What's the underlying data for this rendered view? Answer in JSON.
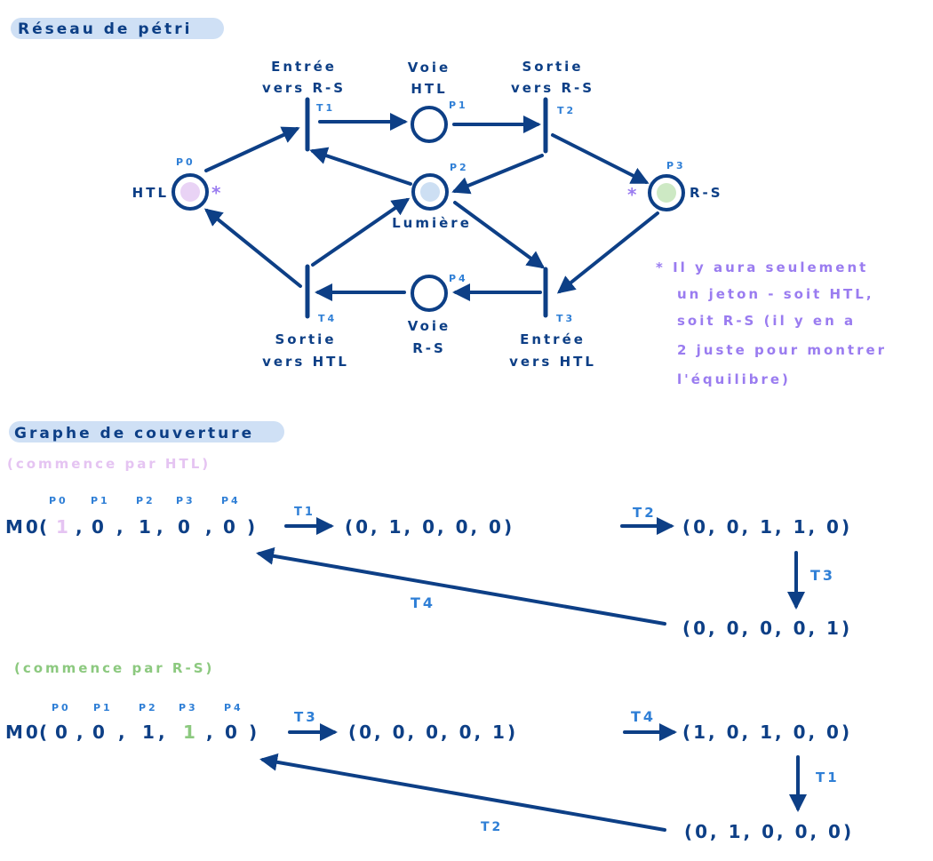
{
  "section1": {
    "title": "Réseau de pétri"
  },
  "petri": {
    "transitions": {
      "T1": {
        "name": "T1",
        "label": [
          "Entrée",
          "vers R-S"
        ]
      },
      "T2": {
        "name": "T2",
        "label": [
          "Sortie",
          "vers R-S"
        ]
      },
      "T3": {
        "name": "T3",
        "label": [
          "Entrée",
          "vers HTL"
        ]
      },
      "T4": {
        "name": "T4",
        "label": [
          "Sortie",
          "vers HTL"
        ]
      }
    },
    "places": {
      "P0": {
        "name": "P0",
        "label": "HTL",
        "token_color": "#e9d3f5"
      },
      "P1": {
        "name": "P1",
        "label": [
          "Voie",
          "HTL"
        ]
      },
      "P2": {
        "name": "P2",
        "label": "Lumière",
        "token_color": "#cddff3"
      },
      "P3": {
        "name": "P3",
        "label": "R-S",
        "token_color": "#cde9c4"
      },
      "P4": {
        "name": "P4",
        "label": [
          "Voie",
          "R-S"
        ]
      }
    },
    "star": "*",
    "note_lines": [
      "* Il y aura seulement",
      "un jeton - soit HTL,",
      "soit R-S (il y en a",
      "2 juste pour montrer",
      "l'équilibre)"
    ]
  },
  "section2": {
    "title": "Graphe de couverture"
  },
  "graph1": {
    "caption": "(commence par HTL)",
    "place_headers": [
      "P0",
      "P1",
      "P2",
      "P3",
      "P4"
    ],
    "m0_prefix": "M0",
    "m0_values": [
      "1",
      "0",
      "1",
      "0",
      "0"
    ],
    "m0_highlight_color": "#e5c4f2",
    "states": [
      "(0, 1, 0, 0, 0)",
      "(0, 0, 1, 1, 0)",
      "(0, 0, 0, 0, 1)"
    ],
    "edges": [
      "T1",
      "T2",
      "T3",
      "T4"
    ]
  },
  "graph2": {
    "caption": "(commence par R-S)",
    "place_headers": [
      "P0",
      "P1",
      "P2",
      "P3",
      "P4"
    ],
    "m0_prefix": "M0",
    "m0_values": [
      "0",
      "0",
      "1",
      "1",
      "0"
    ],
    "m0_highlight_color": "#8cc97f",
    "states": [
      "(0, 0, 0, 0, 1)",
      "(1, 0, 1, 0, 0)",
      "(0, 1, 0, 0, 0)"
    ],
    "edges": [
      "T3",
      "T4",
      "T1",
      "T2"
    ]
  },
  "colors": {
    "navy": "#0d3f86",
    "blue": "#2f7fd6",
    "purple": "#9a7cf0",
    "green": "#8cc97f",
    "pink": "#e5c4f2",
    "highlight": "#cfe0f5"
  }
}
